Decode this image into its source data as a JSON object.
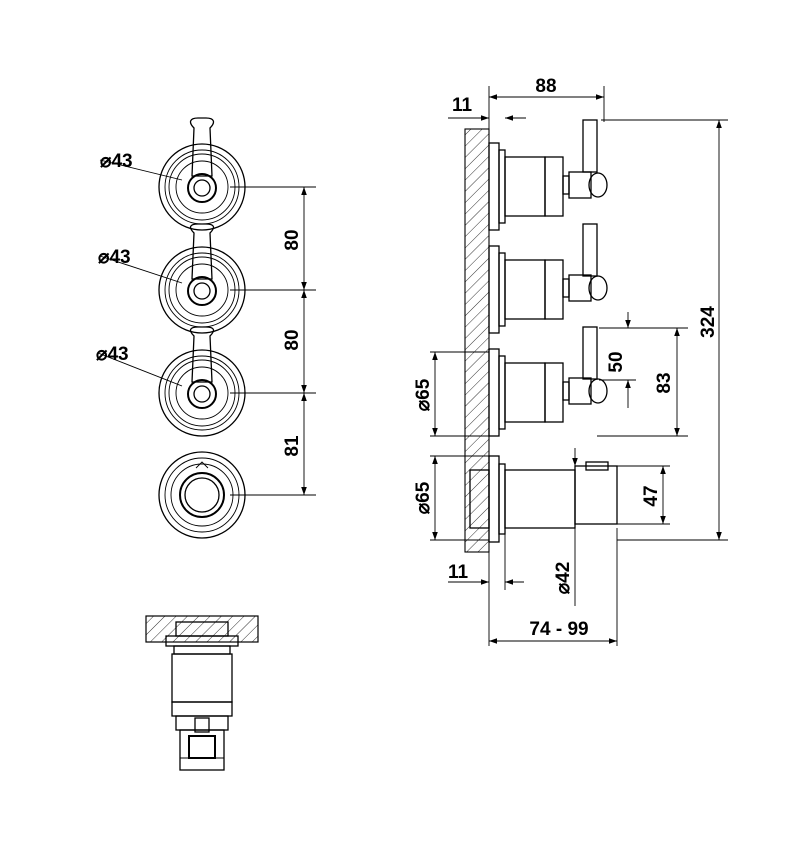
{
  "dimensions": {
    "front_view": {
      "dia_1": "⌀43",
      "dia_2": "⌀43",
      "dia_3": "⌀43",
      "spacing_1": "80",
      "spacing_2": "80",
      "spacing_3": "81"
    },
    "side_view": {
      "depth_top": "88",
      "wall_top": "11",
      "wall_bottom": "11",
      "total_height": "324",
      "dia_65_upper": "⌀65",
      "dia_65_lower": "⌀65",
      "lever_height": "50",
      "lever_span": "83",
      "knob_height": "47",
      "dia_42": "⌀42",
      "depth_range": "74 - 99"
    }
  }
}
